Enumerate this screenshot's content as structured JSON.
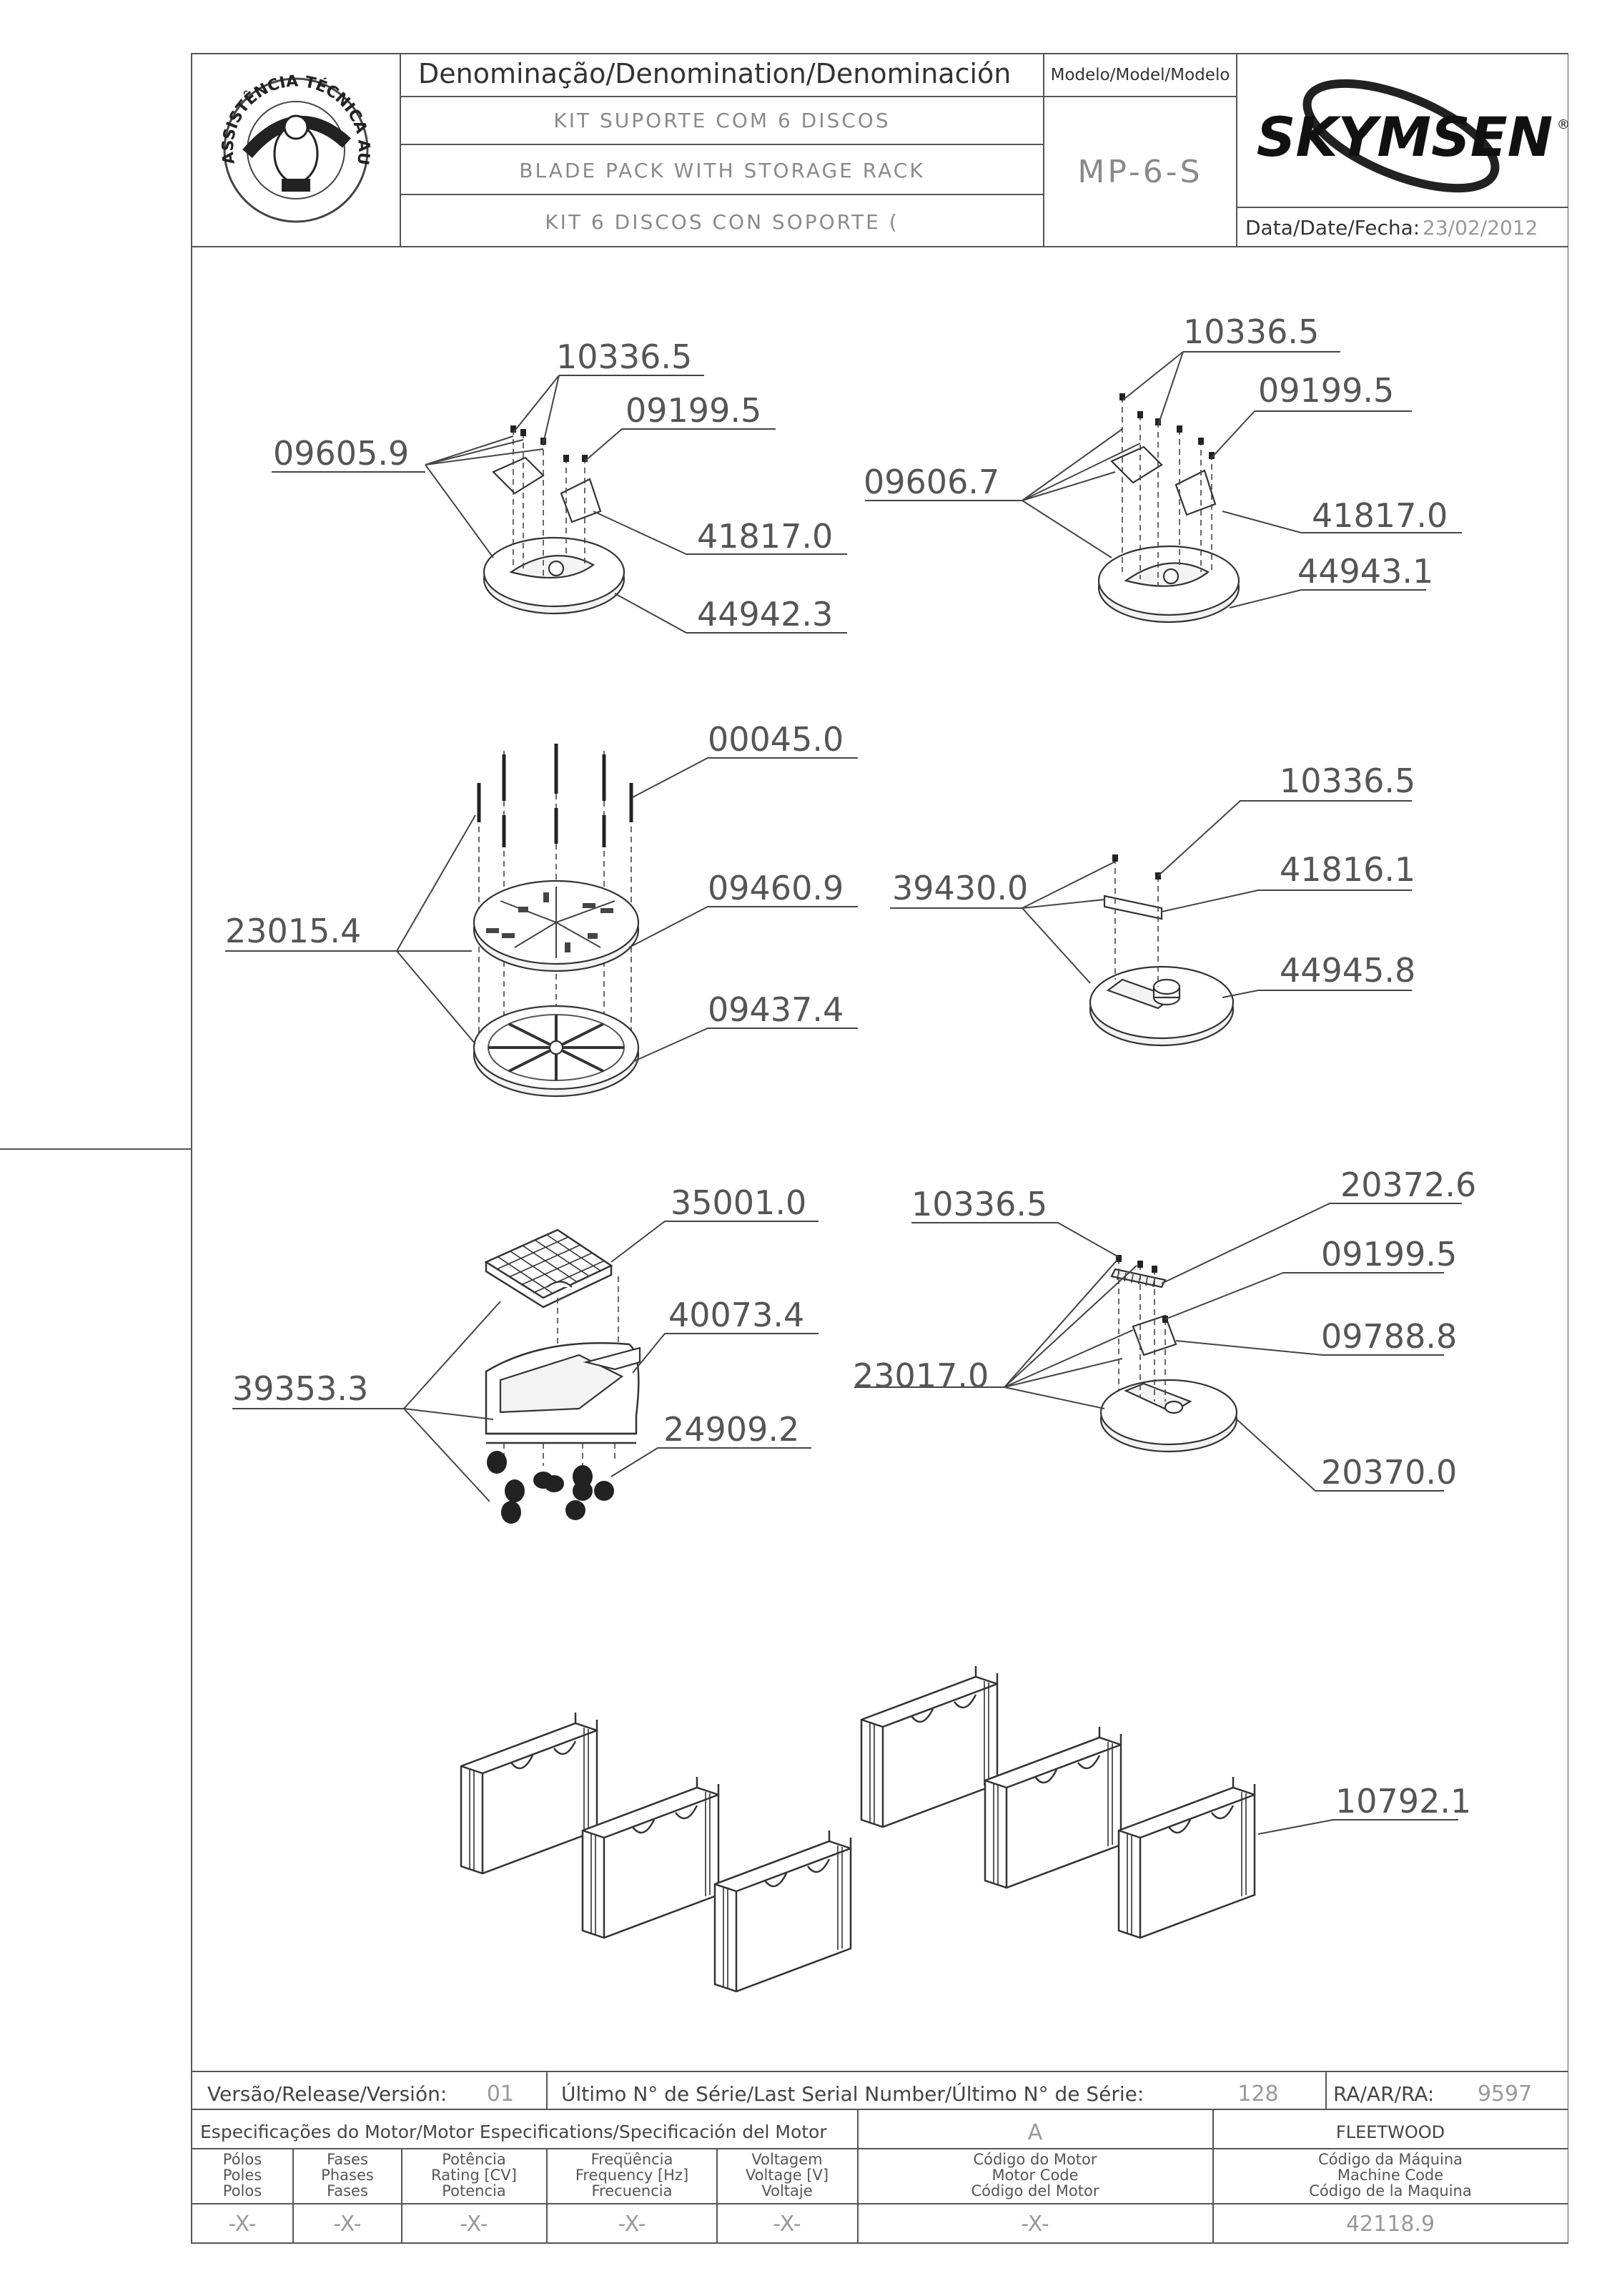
{
  "header": {
    "stamp_text": "ASSISTÊNCIA TÉCNICA AUTORIZADA",
    "denomination_label": "Denominação/Denomination/Denominación",
    "name_pt": "KIT SUPORTE COM 6 DISCOS",
    "name_en": "BLADE PACK WITH STORAGE RACK",
    "name_es": "KIT 6 DISCOS CON SOPORTE (",
    "model_label": "Modelo/Model/Modelo",
    "model_value": "MP-6-S",
    "brand": "SKYMSEN",
    "brand_mark": "®",
    "date_label": "Data/Date/Fecha:",
    "date_value": "23/02/2012"
  },
  "parts": {
    "g1": {
      "screw": "10336.5",
      "washer": "09199.5",
      "blade": "09605.9",
      "plate": "41817.0",
      "disc": "44942.3"
    },
    "g2": {
      "screw": "10336.5",
      "washer": "09199.5",
      "blade": "09606.7",
      "plate": "41817.0",
      "disc": "44943.1"
    },
    "g3": {
      "pin": "00045.0",
      "assembly": "23015.4",
      "grater": "09460.9",
      "base": "09437.4"
    },
    "g4": {
      "screw": "10336.5",
      "assembly": "39430.0",
      "blade": "41816.1",
      "disc": "44945.8"
    },
    "g5": {
      "grid": "35001.0",
      "assembly": "39353.3",
      "body": "40073.4",
      "feet": "24909.2"
    },
    "g6": {
      "screw": "10336.5",
      "blade": "20372.6",
      "washer": "09199.5",
      "assembly": "23017.0",
      "plate": "09788.8",
      "disc": "20370.0"
    },
    "g7": {
      "rack": "10792.1"
    }
  },
  "footer": {
    "version_label": "Versão/Release/Versión:",
    "version_value": "01",
    "serial_label": "Último N° de Série/Last Serial Number/Último N° de Série:",
    "serial_value": "128",
    "ra_label": "RA/AR/RA:",
    "ra_value": "9597",
    "motor_spec_label": "Especificações do Motor/Motor Especifications/Specificación del Motor",
    "motor_spec_value": "A",
    "customer": "FLEETWOOD",
    "columns": [
      {
        "l1": "Pólos",
        "l2": "Poles",
        "l3": "Polos",
        "value": "-X-"
      },
      {
        "l1": "Fases",
        "l2": "Phases",
        "l3": "Fases",
        "value": "-X-"
      },
      {
        "l1": "Potência",
        "l2": "Rating [CV]",
        "l3": "Potencia",
        "value": "-X-"
      },
      {
        "l1": "Freqüência",
        "l2": "Frequency [Hz]",
        "l3": "Frecuencia",
        "value": "-X-"
      },
      {
        "l1": "Voltagem",
        "l2": "Voltage [V]",
        "l3": "Voltaje",
        "value": "-X-"
      },
      {
        "l1": "Código do Motor",
        "l2": "Motor Code",
        "l3": "Código del Motor",
        "value": "-X-"
      },
      {
        "l1": "Código da Máquina",
        "l2": "Machine Code",
        "l3": "Código de la Maquina",
        "value": "42118.9"
      }
    ]
  }
}
